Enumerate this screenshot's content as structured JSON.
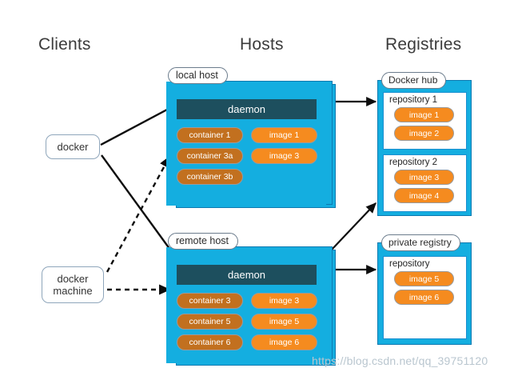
{
  "headings": {
    "clients": "Clients",
    "hosts": "Hosts",
    "registries": "Registries"
  },
  "clients": [
    {
      "id": "docker",
      "label": "docker"
    },
    {
      "id": "docker-machine",
      "label": "docker\nmachine"
    }
  ],
  "hosts": [
    {
      "id": "local-host",
      "label": "local host",
      "daemon": "daemon",
      "rows": [
        {
          "container": "container 1",
          "image": "image 1"
        },
        {
          "container": "container 3a",
          "image": "image 3"
        },
        {
          "container": "container 3b",
          "image": ""
        }
      ]
    },
    {
      "id": "remote-host",
      "label": "remote host",
      "daemon": "daemon",
      "rows": [
        {
          "container": "container 3",
          "image": "image 3"
        },
        {
          "container": "container 5",
          "image": "image 5"
        },
        {
          "container": "container 6",
          "image": "image 6"
        }
      ]
    }
  ],
  "registries": [
    {
      "id": "docker-hub",
      "label": "Docker hub",
      "repositories": [
        {
          "title": "repository 1",
          "images": [
            "image 1",
            "image 2"
          ]
        },
        {
          "title": "repository 2",
          "images": [
            "image 3",
            "image 4"
          ]
        }
      ]
    },
    {
      "id": "private-registry",
      "label": "private registry",
      "repositories": [
        {
          "title": "repository",
          "images": [
            "image 5",
            "image 6"
          ]
        }
      ]
    }
  ],
  "connections": [
    {
      "from": "docker",
      "to": "local-host-daemon",
      "style": "solid"
    },
    {
      "from": "docker",
      "to": "remote-host-daemon",
      "style": "solid"
    },
    {
      "from": "docker-machine",
      "to": "local-host",
      "style": "dashed"
    },
    {
      "from": "docker-machine",
      "to": "remote-host",
      "style": "dashed"
    },
    {
      "from": "local-host-daemon",
      "to": "repository-1",
      "style": "solid"
    },
    {
      "from": "remote-host-daemon",
      "to": "repository-2",
      "style": "solid"
    },
    {
      "from": "remote-host-daemon",
      "to": "private-registry",
      "style": "solid"
    }
  ],
  "watermark": "https://blog.csdn.net/qq_39751120",
  "colors": {
    "host_fill": "#14aee0",
    "host_border": "#0d79b0",
    "daemon": "#1d4f5e",
    "container": "#c2701f",
    "image": "#f58b1f",
    "label_border": "#6b7c8c",
    "repo_border": "#1b8fd0",
    "heading": "#3b3b3b",
    "watermark": "#b9c6cf"
  }
}
